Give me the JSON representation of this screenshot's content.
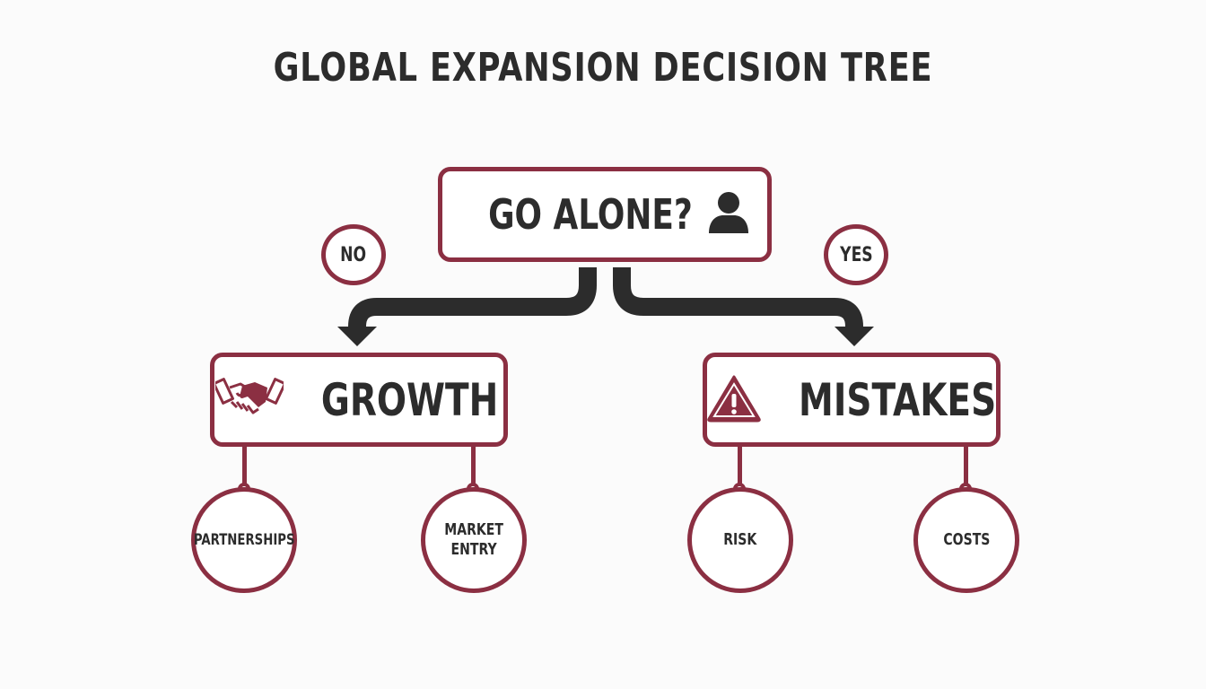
{
  "title": "GLOBAL EXPANSION DECISION TREE",
  "colors": {
    "accent": "#8b2f42",
    "text": "#2c2c2c",
    "arrow": "#2c2c2c",
    "background": "#fbfbfb"
  },
  "root": {
    "label": "GO ALONE?",
    "icon": "person-icon"
  },
  "branches": {
    "no": {
      "badge": "NO",
      "node": {
        "label": "GROWTH",
        "icon": "handshake-icon",
        "children": [
          {
            "label": "PARTNERSHIPS"
          },
          {
            "label": "MARKET\nENTRY"
          }
        ]
      }
    },
    "yes": {
      "badge": "YES",
      "node": {
        "label": "MISTAKES",
        "icon": "warning-icon",
        "children": [
          {
            "label": "RISK"
          },
          {
            "label": "COSTS"
          }
        ]
      }
    }
  }
}
